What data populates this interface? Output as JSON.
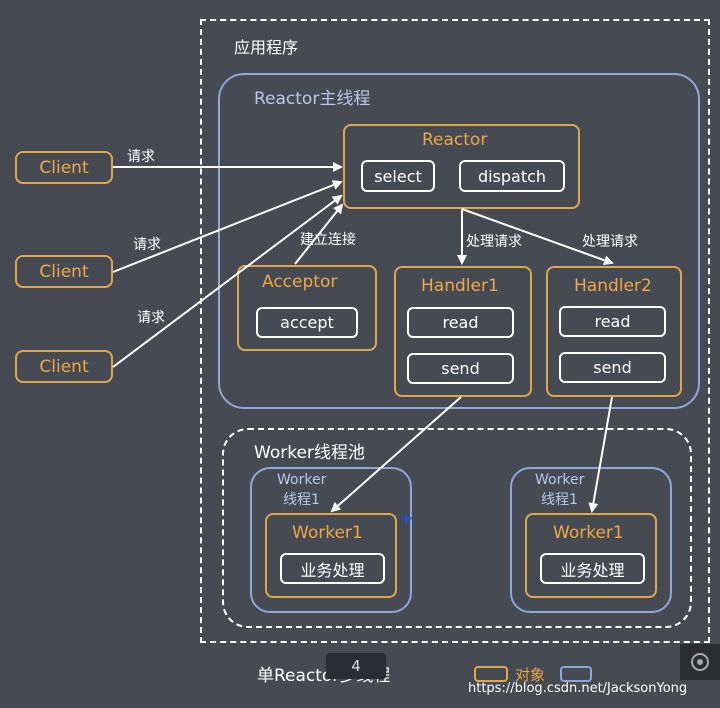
{
  "app_boundary_label": "应用程序",
  "reactor_thread_label": "Reactor主线程",
  "reactor": {
    "title": "Reactor",
    "select": "select",
    "dispatch": "dispatch"
  },
  "clients": [
    "Client",
    "Client",
    "Client"
  ],
  "request_labels": [
    "请求",
    "请求",
    "请求"
  ],
  "acceptor": {
    "title": "Acceptor",
    "op": "accept",
    "edge_label": "建立连接"
  },
  "handlers": [
    {
      "title": "Handler1",
      "read": "read",
      "send": "send",
      "edge_label": "处理请求"
    },
    {
      "title": "Handler2",
      "read": "read",
      "send": "send",
      "edge_label": "处理请求"
    }
  ],
  "worker_pool_label": "Worker线程池",
  "workers": [
    {
      "thread_label_1": "Worker",
      "thread_label_2": "线程1",
      "title": "Worker1",
      "task": "业务处理"
    },
    {
      "thread_label_1": "Worker",
      "thread_label_2": "线程1",
      "title": "Worker1",
      "task": "业务处理"
    }
  ],
  "footer_title_prefix": "单Reactor",
  "footer_title_suffix": "多线程",
  "footer_title_overlay": "4",
  "legend_object": "对象",
  "watermark": "https://blog.csdn.net/JacksonYong"
}
